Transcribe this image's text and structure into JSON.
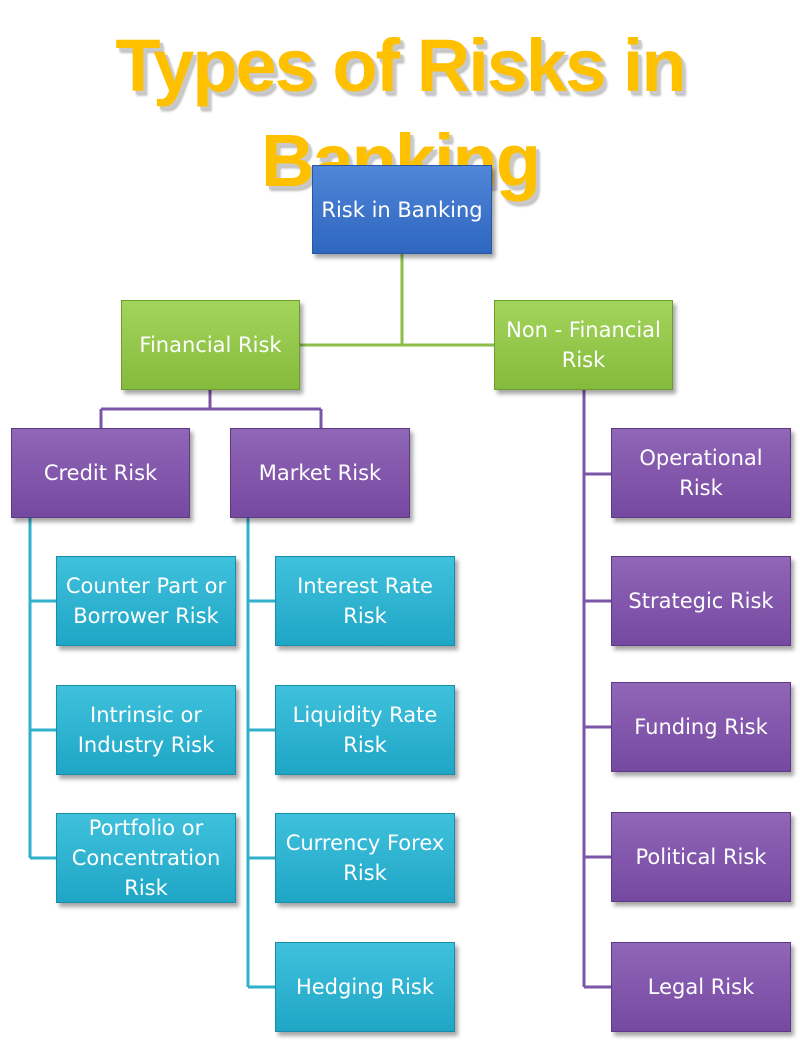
{
  "title": "Types of Risks in Banking",
  "colors": {
    "title": "#ffc000",
    "root": "#3a74cf",
    "level1": "#92c84a",
    "level2": "#8058ab",
    "level3": "#2bb3d3",
    "connector_green": "#8ebe4a",
    "connector_purple": "#7b55a6",
    "connector_teal": "#2fb1cc"
  },
  "root": {
    "label": "Risk in Banking"
  },
  "financial": {
    "label": "Financial Risk",
    "credit": {
      "label": "Credit Risk",
      "children": [
        "Counter Part or Borrower Risk",
        "Intrinsic or Industry Risk",
        "Portfolio or Concentration Risk"
      ]
    },
    "market": {
      "label": "Market Risk",
      "children": [
        "Interest Rate Risk",
        "Liquidity Rate Risk",
        "Currency  Forex Risk",
        "Hedging Risk"
      ]
    }
  },
  "non_financial": {
    "label": "Non - Financial Risk",
    "children": [
      "Operational Risk",
      "Strategic Risk",
      "Funding Risk",
      "Political Risk",
      "Legal Risk"
    ]
  }
}
